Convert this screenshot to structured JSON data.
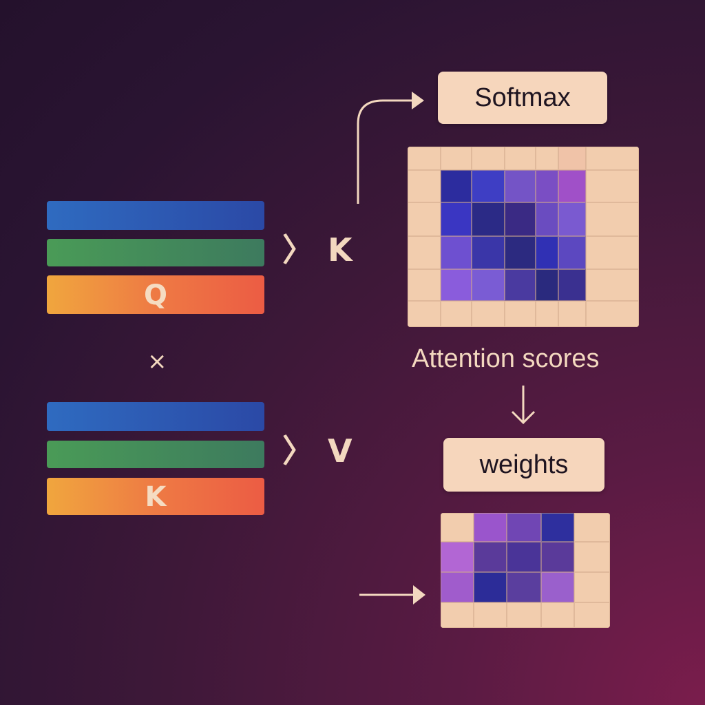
{
  "diagram": {
    "left_stack_1": {
      "label": "Q"
    },
    "operator": "×",
    "left_stack_2": {
      "label": "K"
    },
    "chevron_1": {
      "symbol": "〉",
      "label": "K"
    },
    "chevron_2": {
      "symbol": "〉",
      "label": "V"
    },
    "softmax_box": {
      "label": "Softmax"
    },
    "scores_caption": "Attention scores",
    "weights_box": {
      "label": "weights"
    }
  },
  "colors": {
    "cell_light": "#f2cdae",
    "scores_grid": [
      [
        "#f2cdae",
        "#f2cdae",
        "#f2cdae",
        "#f2cdae",
        "#f2cdae",
        "#f0c3a8",
        "#f2cdae"
      ],
      [
        "#f2cdae",
        "#2c2c9e",
        "#3e3ec4",
        "#7454c6",
        "#7a4ec4",
        "#a050c8",
        "#f2cdae"
      ],
      [
        "#f2cdae",
        "#3a36c2",
        "#2b2a86",
        "#3a2a84",
        "#6a4cc0",
        "#7a5ad0",
        "#f2cdae"
      ],
      [
        "#f2cdae",
        "#6e50d0",
        "#3a36a8",
        "#2c2a80",
        "#3030b4",
        "#5c48c0",
        "#f2cdae"
      ],
      [
        "#f2cdae",
        "#8a5cdc",
        "#7a5cd4",
        "#4a3aa0",
        "#2a2a7e",
        "#3a3090",
        "#f2cdae"
      ],
      [
        "#f2cdae",
        "#f2cdae",
        "#f2cdae",
        "#f2cdae",
        "#f2cdae",
        "#f2cdae",
        "#f2cdae"
      ]
    ],
    "weights_grid": [
      [
        "#f2cdae",
        "#9a55cc",
        "#7046b4",
        "#2e2f9e",
        "#f2cdae"
      ],
      [
        "#b266d4",
        "#5a3a9a",
        "#4a3498",
        "#5a3a9a",
        "#f2cdae"
      ],
      [
        "#a05ccc",
        "#2c2c98",
        "#5a3e9e",
        "#9a60cc",
        "#f2cdae"
      ],
      [
        "#f2cdae",
        "#f2cdae",
        "#f2cdae",
        "#f2cdae",
        "#f2cdae"
      ]
    ]
  }
}
